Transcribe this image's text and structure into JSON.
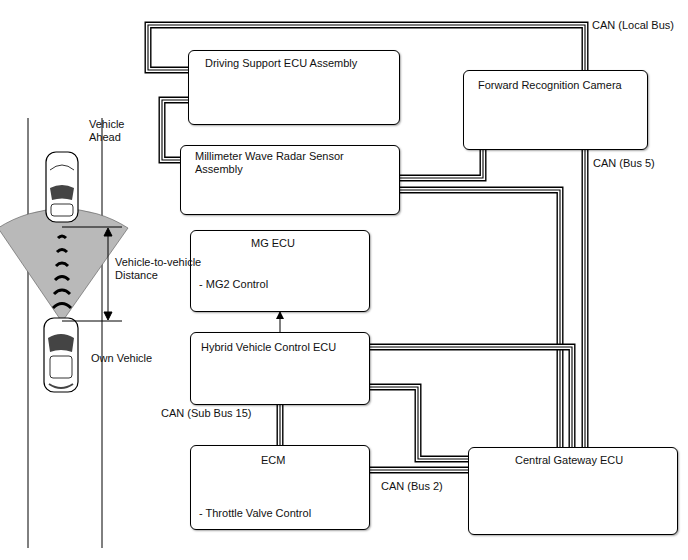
{
  "diagram": {
    "nodes": [
      {
        "text": [
          "Driving Support ECU Assembly"
        ]
      },
      {
        "text": [
          "Forward Recognition Camera"
        ]
      },
      {
        "text": [
          "Millimeter Wave Radar Sensor Assembly"
        ]
      },
      {
        "text": [
          "MG ECU",
          "- MG2 Control"
        ]
      },
      {
        "text": [
          "Hybrid Vehicle Control ECU"
        ]
      },
      {
        "text": [
          "ECM",
          "- Throttle Valve Control"
        ]
      },
      {
        "text": [
          "Central Gateway ECU"
        ]
      }
    ],
    "edges": [
      {
        "from": 0,
        "to": 1,
        "arrow": "none",
        "label": "CAN (Local Bus)"
      },
      {
        "from": 0,
        "to": 2,
        "arrow": "none"
      },
      {
        "from": 2,
        "to": 1,
        "arrow": "none"
      },
      {
        "from": 1,
        "to": 6,
        "arrow": "none",
        "label": "CAN (Bus 5)"
      },
      {
        "from": 2,
        "to": 6,
        "arrow": "none"
      },
      {
        "from": 4,
        "to": 6,
        "arrow": "none"
      },
      {
        "from": 4,
        "to": 6,
        "arrow": "none"
      },
      {
        "from": 5,
        "to": 6,
        "arrow": "none",
        "label": "CAN (Bus 2)"
      },
      {
        "from": 4,
        "to": 5,
        "arrow": "none",
        "label": "CAN (Sub Bus 15)"
      },
      {
        "from": 4,
        "to": 3,
        "arrow": "to"
      }
    ],
    "labels": [
      "Vehicle Ahead",
      "Vehicle-to-vehicle Distance",
      "Own Vehicle"
    ]
  }
}
